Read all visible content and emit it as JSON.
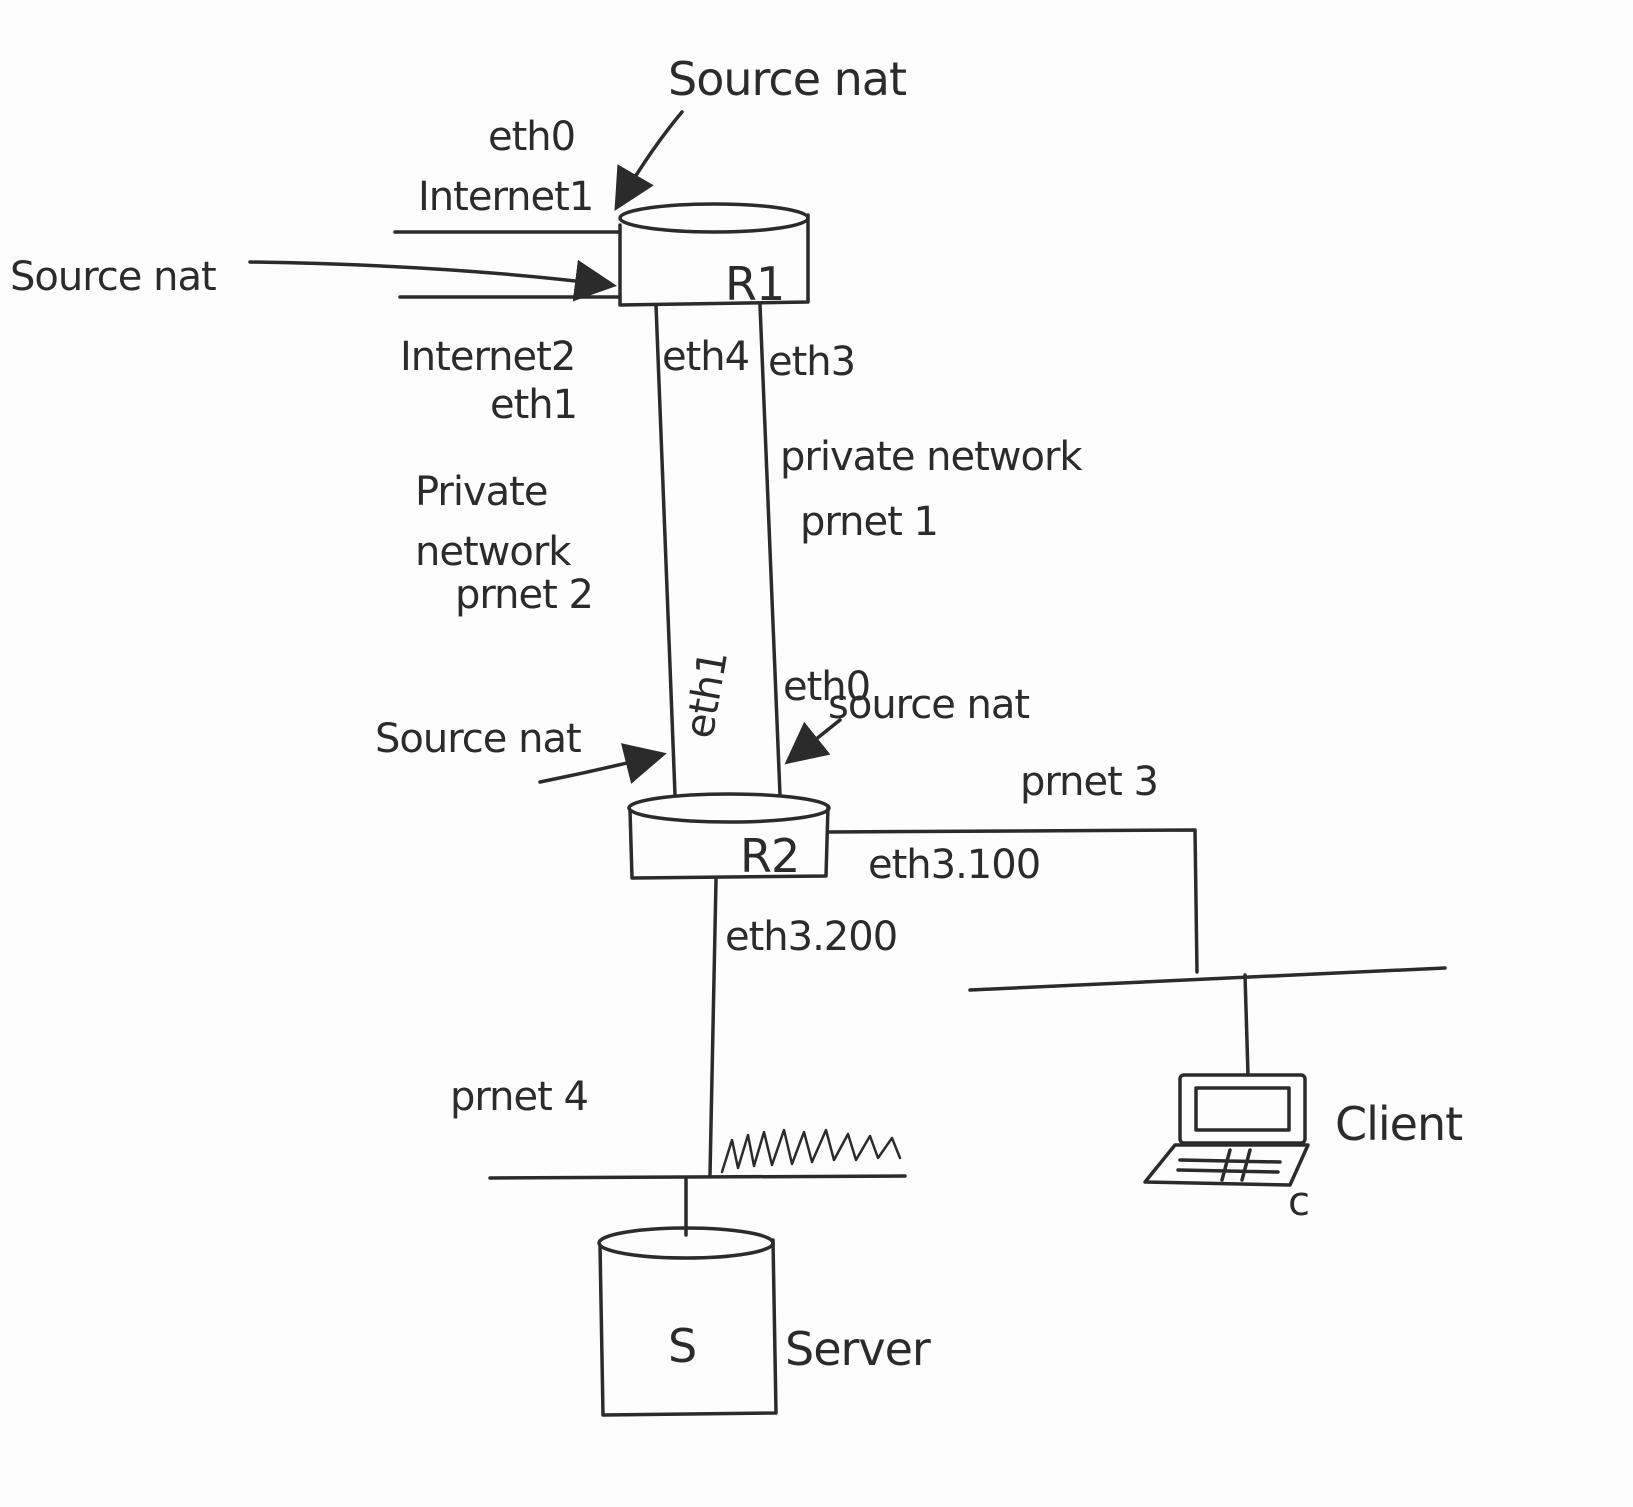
{
  "colors": {
    "ink": "#2b2b2b",
    "paper": "#fdfdfd"
  },
  "r1": {
    "label": "R1"
  },
  "r2": {
    "label": "R2"
  },
  "server": {
    "label": "S",
    "caption": "Server"
  },
  "client": {
    "caption": "Client",
    "tag": "c"
  },
  "labels": {
    "source_nat_top": "Source nat",
    "eth0_top": "eth0",
    "internet1": "Internet1",
    "source_nat_left": "Source nat",
    "internet2": "Internet2",
    "eth1_left": "eth1",
    "eth4": "eth4",
    "eth3": "eth3",
    "private_network_1": "private network",
    "prnet1": "prnet 1",
    "private_left_1": "Private",
    "private_left_2": "network",
    "prnet2": "prnet 2",
    "eth1_r2": "eth1",
    "eth0_r2": "eth0",
    "source_nat_r2_right": "source nat",
    "source_nat_r2_left": "Source nat",
    "prnet3": "prnet 3",
    "eth3_100": "eth3.100",
    "eth3_200": "eth3.200",
    "prnet4": "prnet 4"
  }
}
